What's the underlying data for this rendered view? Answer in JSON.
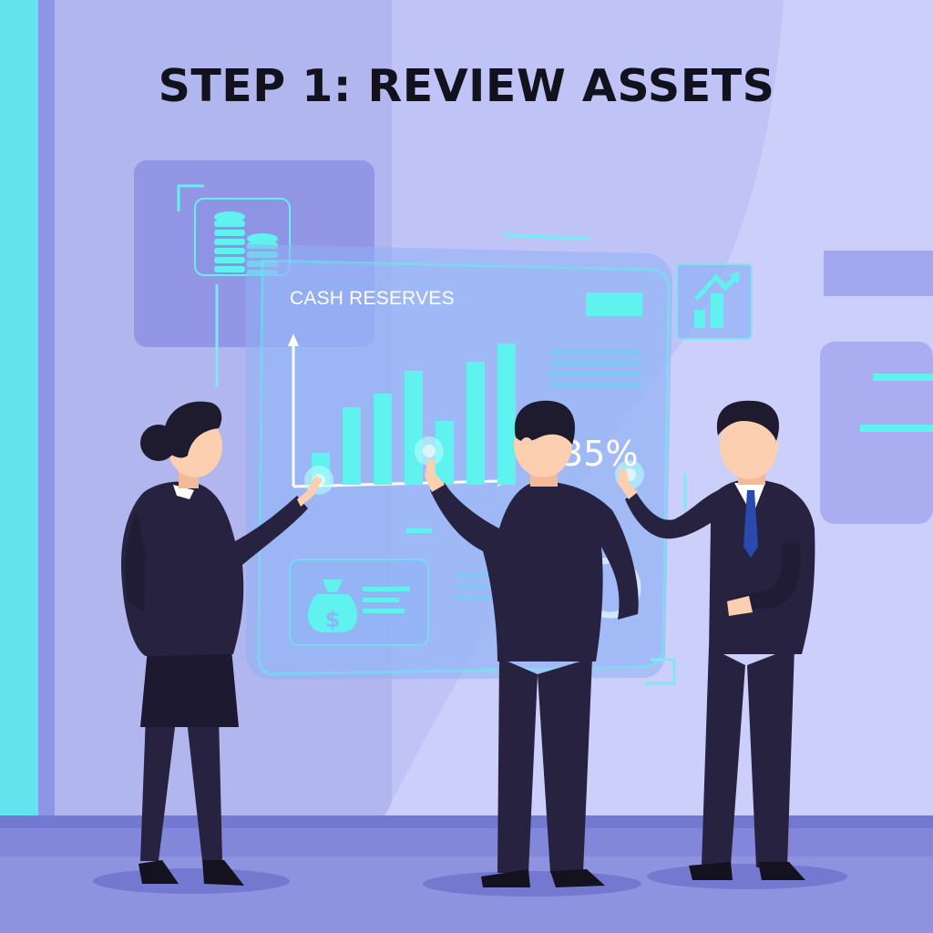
{
  "headline": "STEP 1: REVIEW ASSETS",
  "panel": {
    "title": "CASH RESERVES",
    "stat": "35%"
  },
  "chart_data": {
    "type": "bar",
    "title": "CASH RESERVES",
    "xlabel": "",
    "ylabel": "",
    "values": [
      35,
      85,
      100,
      125,
      70,
      135,
      155
    ]
  },
  "icons": [
    "coin-stack-icon",
    "growth-arrow-icon",
    "money-bag-icon",
    "progress-ring-icon"
  ],
  "colors": {
    "background": "#b4b8f0",
    "accent": "#5ff2ee",
    "suit": "#27223f",
    "floor": "#8287d9"
  }
}
